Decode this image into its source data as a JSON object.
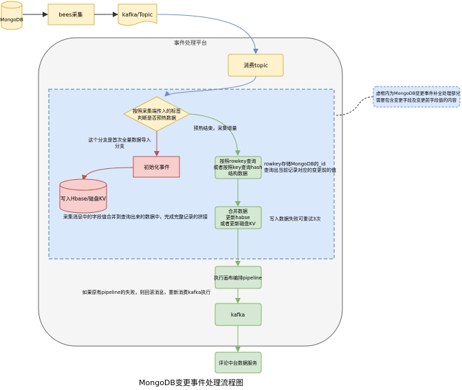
{
  "title": "MongoDB变更事件处理流程图",
  "platform_label": "事件处理平台",
  "nodes": {
    "mongodb": "MongoDB",
    "bees": "bees采集",
    "kafka_topic": "kafka/Topic",
    "consume": "消费topic",
    "decision_line1": "按照采集端传入的标签",
    "decision_line2": "判断是否预热数据",
    "init_event": "初始化事件",
    "hbase_store": "写入Hbase/磁盘KV",
    "query_line1": "按照rowkey查询",
    "query_line2": "或者按照key查询hash",
    "query_line3": "结构数据",
    "merge_line1": "合并数据",
    "merge_line2": "更新habse",
    "merge_line3": "或者更新磁盘KV",
    "pipeline": "执行画布编排pipeline",
    "kafka": "kafka",
    "comment_service": "评论中台数据服务",
    "note_line1": "虚框内为MongoDB变更事件补全处理部分",
    "note_line2": "需要包含变更字段及变更前字段值的内容"
  },
  "labels": {
    "full_import_line1": "这个分支是首次全量数据导入",
    "full_import_line2": "分支",
    "preheat_done": "预热结束，采集增量",
    "rowkey_line1": "rowkey存储MongoDB的_id",
    "rowkey_line2": "查询出当前记录对应的变更前的值",
    "merge_desc": "采集消息中的字段值合并到查询出来的数据中，完成完整记录的拼接",
    "retry": "写入数据失败可重试3次",
    "pipeline_fail": "如果原有pipeline的失败，则回滚消息，重新消费kafka执行"
  },
  "colors": {
    "yellow_fill": "#fff2cc",
    "yellow_stroke": "#d6b656",
    "green_fill": "#d5e8d4",
    "green_stroke": "#82b366",
    "red_fill": "#f8cecc",
    "red_stroke": "#b85450",
    "blue_fill": "#dae8fc",
    "blue_stroke": "#6c8ebf",
    "platform_fill": "#f5f5f5"
  }
}
